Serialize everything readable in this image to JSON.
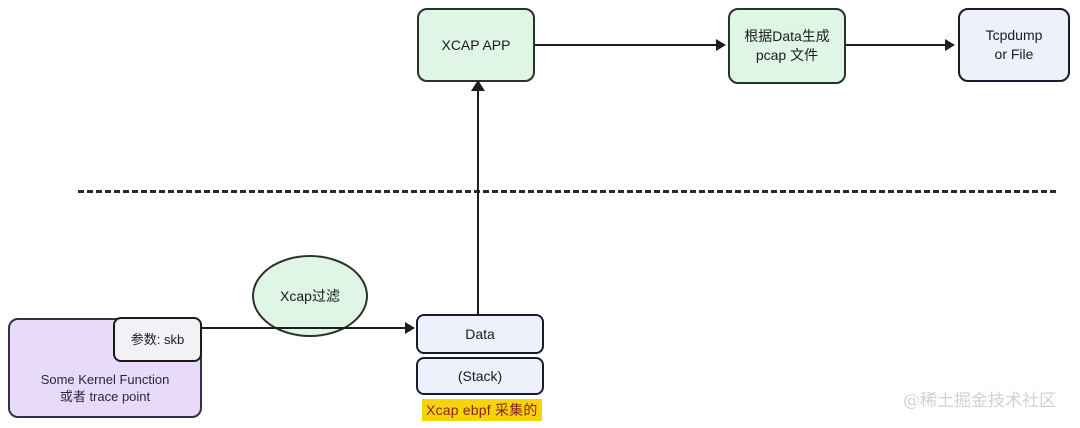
{
  "diagram": {
    "title": "XCAP eBPF packet capture flow",
    "colors": {
      "green_fill": "#dff5e5",
      "bluegray_fill": "#eef1fb",
      "purple_fill": "#e7dafb",
      "whitebox_fill": "#f2f2f6",
      "stroke": "#1e1e1e",
      "highlight_bg": "#f6d40b",
      "highlight_text": "#8a1f1f",
      "watermark": "#d2d2d2"
    },
    "nodes": {
      "xcap_app": "XCAP APP",
      "gen_pcap": "根据Data生成\npcap 文件",
      "tcpdump_or_file": "Tcpdump\nor File",
      "xcap_filter": "Xcap过滤",
      "kernel_function": "Some Kernel Function\n或者 trace point",
      "param_skb": "参数: skb",
      "data_box": "Data",
      "stack_box": "(Stack)"
    },
    "labels": {
      "collected_by": "Xcap ebpf 采集的"
    },
    "watermark": "@稀土掘金技术社区"
  }
}
